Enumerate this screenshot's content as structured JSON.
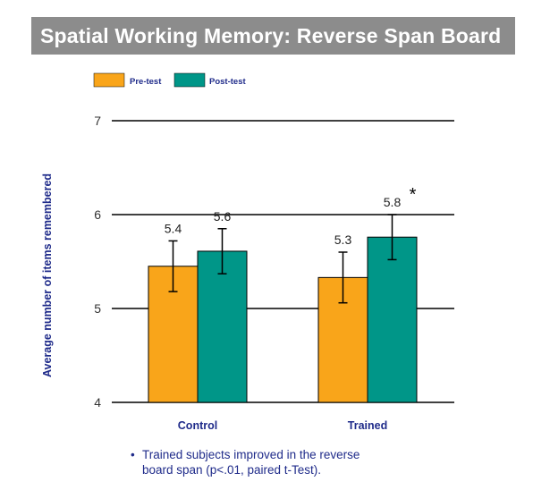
{
  "title": "Spatial Working Memory: Reverse Span Board",
  "chart_data": {
    "type": "bar",
    "categories": [
      "Control",
      "Trained"
    ],
    "series": [
      {
        "name": "Pre-test",
        "color": "#f9a51a",
        "values": [
          5.45,
          5.33
        ],
        "errors": [
          0.27,
          0.27
        ],
        "labels": [
          "5.4",
          "5.3"
        ]
      },
      {
        "name": "Post-test",
        "color": "#009688",
        "values": [
          5.61,
          5.76
        ],
        "errors": [
          0.24,
          0.24
        ],
        "labels": [
          "5.6",
          "5.8"
        ]
      }
    ],
    "ylabel": "Average number of items remembered",
    "ylim": [
      4,
      7
    ],
    "yticks": [
      "4",
      "5",
      "6",
      "7"
    ],
    "grid": true,
    "legend_position": "top-left",
    "annotation": "*"
  },
  "footnote": {
    "bullet": "•",
    "line1": "Trained subjects improved in the reverse",
    "line2": "board span (p<.01, paired t-Test)."
  }
}
